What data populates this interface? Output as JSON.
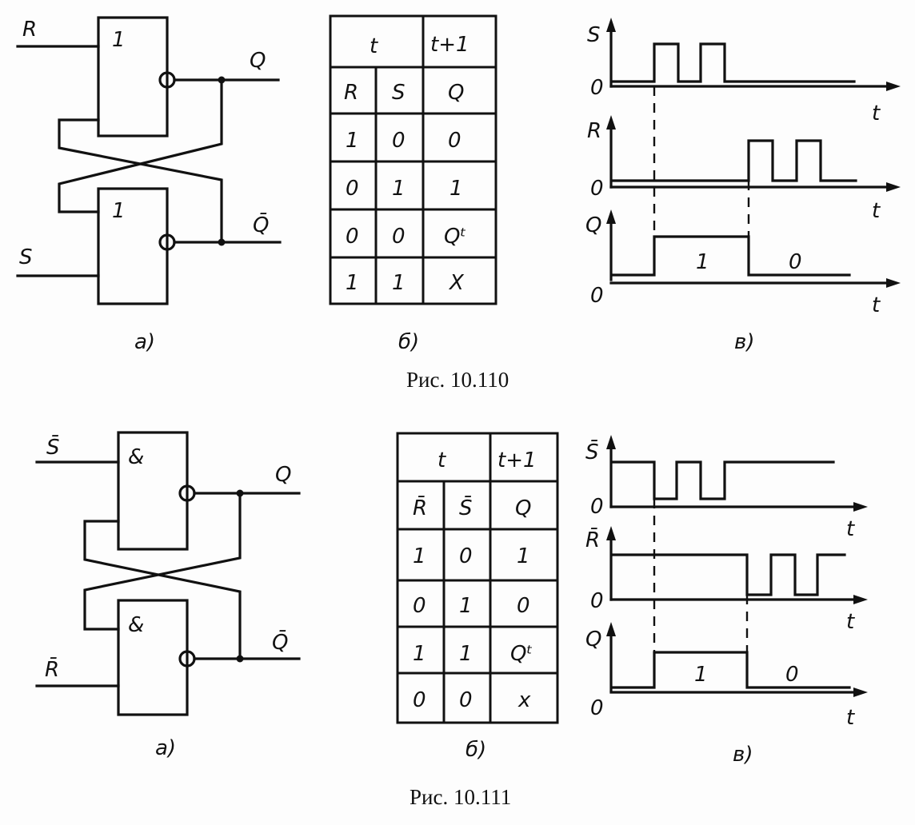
{
  "fig1": {
    "caption": "Рис. 10.110",
    "circuit": {
      "gate_symbol_top": "1",
      "gate_symbol_bottom": "1",
      "in_top": "R",
      "in_bottom": "S",
      "out_top": "Q",
      "out_bottom": "Q̄",
      "sublabel": "а)"
    },
    "table": {
      "head_t": "t",
      "head_t1": "t+1",
      "columns": [
        "R",
        "S",
        "Q"
      ],
      "rows": [
        [
          "1",
          "0",
          "0"
        ],
        [
          "0",
          "1",
          "1"
        ],
        [
          "0",
          "0",
          "Qᵗ"
        ],
        [
          "1",
          "1",
          "X"
        ]
      ],
      "sublabel": "б)"
    },
    "timing": {
      "labels": [
        "S",
        "R",
        "Q"
      ],
      "zero": "0",
      "axis": "t",
      "q_high": "1",
      "q_low": "0",
      "sublabel": "в)"
    }
  },
  "fig2": {
    "caption": "Рис. 10.111",
    "circuit": {
      "gate_symbol_top": "&",
      "gate_symbol_bottom": "&",
      "in_top": "S̄",
      "in_bottom": "R̄",
      "out_top": "Q",
      "out_bottom": "Q̄",
      "sublabel": "а)"
    },
    "table": {
      "head_t": "t",
      "head_t1": "t+1",
      "columns": [
        "R̄",
        "S̄",
        "Q"
      ],
      "rows": [
        [
          "1",
          "0",
          "1"
        ],
        [
          "0",
          "1",
          "0"
        ],
        [
          "1",
          "1",
          "Qᵗ"
        ],
        [
          "0",
          "0",
          "x"
        ]
      ],
      "sublabel": "б)"
    },
    "timing": {
      "labels": [
        "S̄",
        "R̄",
        "Q"
      ],
      "zero": "0",
      "axis": "t",
      "q_high": "1",
      "q_low": "0",
      "sublabel": "в)"
    }
  }
}
